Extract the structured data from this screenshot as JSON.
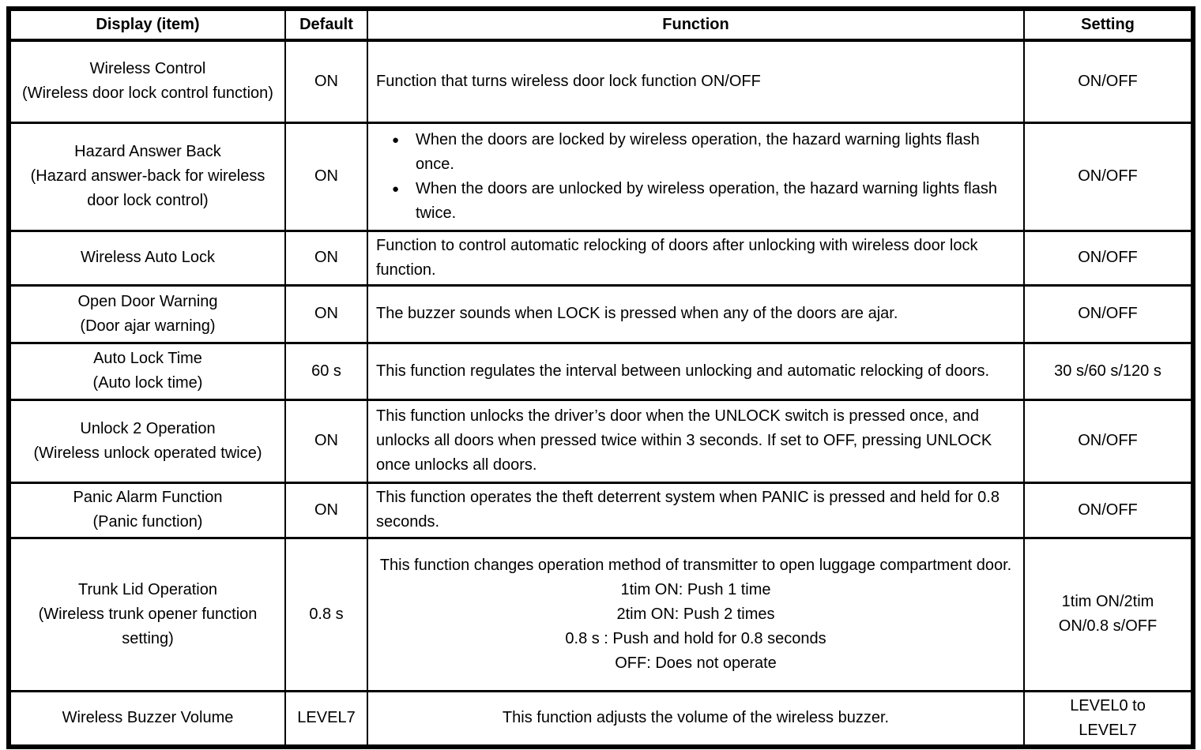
{
  "table": {
    "bullet_glyph": "●",
    "headers": [
      "Display (item)",
      "Default",
      "Function",
      "Setting"
    ],
    "rows": [
      {
        "display": [
          "Wireless Control",
          "(Wireless door lock control function)"
        ],
        "default": "ON",
        "function_align": "left",
        "function_text": "Function that turns wireless door lock function ON/OFF",
        "setting": [
          "ON/OFF"
        ]
      },
      {
        "display": [
          "Hazard Answer Back",
          "(Hazard answer-back for wireless door lock control)"
        ],
        "default": "ON",
        "function_bullets": [
          "When the doors are locked by wireless operation, the hazard warning lights flash once.",
          "When the doors are unlocked by wireless operation, the hazard warning lights flash twice."
        ],
        "setting": [
          "ON/OFF"
        ]
      },
      {
        "display": [
          "Wireless Auto Lock"
        ],
        "default": "ON",
        "function_align": "left",
        "function_text": "Function to control automatic relocking of doors after unlocking with wireless door lock function.",
        "setting": [
          "ON/OFF"
        ]
      },
      {
        "display": [
          "Open Door Warning",
          "(Door ajar warning)"
        ],
        "default": "ON",
        "function_align": "left",
        "function_text": "The buzzer sounds when LOCK is pressed when any of the doors are ajar.",
        "setting": [
          "ON/OFF"
        ]
      },
      {
        "display": [
          "Auto Lock Time",
          "(Auto lock time)"
        ],
        "default": "60 s",
        "function_align": "left",
        "function_text": "This function regulates the interval between unlocking and automatic relocking of doors.",
        "setting": [
          "30 s/60 s/120 s"
        ]
      },
      {
        "display": [
          "Unlock 2 Operation",
          "(Wireless unlock operated twice)"
        ],
        "default": "ON",
        "function_align": "left",
        "function_text": "This function unlocks the driver’s door when the UNLOCK switch is pressed once, and unlocks all doors when pressed twice within 3 seconds. If set to OFF, pressing UNLOCK once unlocks all doors.",
        "setting": [
          "ON/OFF"
        ]
      },
      {
        "display": [
          "Panic Alarm Function",
          "(Panic function)"
        ],
        "default": "ON",
        "function_align": "left",
        "function_text": "This function operates the theft deterrent system when PANIC is pressed and held for 0.8 seconds.",
        "setting": [
          "ON/OFF"
        ]
      },
      {
        "display": [
          "Trunk Lid Operation",
          "(Wireless trunk opener function setting)"
        ],
        "default": "0.8 s",
        "function_lines": [
          "This function changes operation method of transmitter to open luggage compartment door.",
          "1tim ON: Push 1 time",
          "2tim ON: Push 2 times",
          "0.8 s : Push and hold for 0.8 seconds",
          "OFF: Does not operate"
        ],
        "setting": [
          "1tim ON/2tim",
          "ON/0.8 s/OFF"
        ]
      },
      {
        "display": [
          "Wireless Buzzer Volume"
        ],
        "default": "LEVEL7",
        "function_align": "center",
        "function_text": "This function adjusts the volume of the wireless buzzer.",
        "setting": [
          "LEVEL0 to",
          "LEVEL7"
        ]
      }
    ]
  }
}
